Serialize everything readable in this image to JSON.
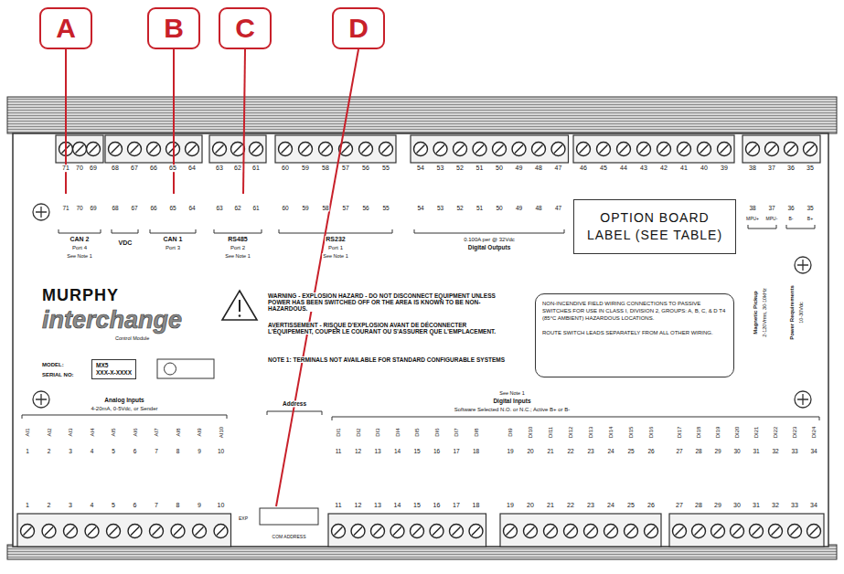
{
  "diagram": {
    "nodes": [
      {
        "text": [
          "A"
        ]
      },
      {
        "text": [
          "B"
        ]
      },
      {
        "text": [
          "C"
        ]
      },
      {
        "text": [
          "D"
        ]
      },
      {
        "text": [
          "MX5",
          "XXX-X-XXXX"
        ]
      },
      {
        "text": [
          "OPTION BOARD LABEL (SEE TABLE)"
        ]
      },
      {
        "text": [
          "NON-INCENDIVE FIELD WIRING CONNECTIONS TO PASSIVE SWITCHES FOR USE IN CLASS I, DIVISION 2, GROUPS: A, B, C, & D T4 (85°C AMBIENT) HAZARDOUS LOCATIONS.",
          "ROUTE SWITCH LEADS SEPARATELY FROM ALL OTHER WIRING."
        ]
      }
    ],
    "labels": [
      "71",
      "70",
      "69",
      "68",
      "67",
      "66",
      "65",
      "64",
      "63",
      "62",
      "61",
      "60",
      "59",
      "58",
      "57",
      "56",
      "55",
      "54",
      "53",
      "52",
      "51",
      "50",
      "49",
      "48",
      "47",
      "46",
      "45",
      "44",
      "43",
      "42",
      "41",
      "40",
      "39",
      "38",
      "37",
      "36",
      "35",
      "71",
      "70",
      "69",
      "68",
      "67",
      "66",
      "65",
      "64",
      "63",
      "62",
      "61",
      "60",
      "59",
      "58",
      "57",
      "56",
      "55",
      "54",
      "53",
      "52",
      "51",
      "50",
      "49",
      "48",
      "47",
      "38",
      "37",
      "36",
      "35",
      "AI1",
      "AI2",
      "AI3",
      "AI4",
      "AI5",
      "AI6",
      "AI7",
      "AI8",
      "AI9",
      "AI10",
      "DI1",
      "DI2",
      "DI3",
      "DI4",
      "DI5",
      "DI6",
      "DI7",
      "DI8",
      "DI9",
      "DI10",
      "DI11",
      "DI12",
      "DI13",
      "DI14",
      "DI15",
      "DI16",
      "DI17",
      "DI18",
      "DI19",
      "DI20",
      "DI21",
      "DI22",
      "DI23",
      "DI24",
      "1",
      "2",
      "3",
      "4",
      "5",
      "6",
      "7",
      "8",
      "9",
      "10",
      "11",
      "12",
      "13",
      "14",
      "15",
      "16",
      "17",
      "18",
      "19",
      "20",
      "21",
      "22",
      "23",
      "24",
      "25",
      "26",
      "27",
      "28",
      "29",
      "30",
      "31",
      "32",
      "33",
      "34",
      "1",
      "2",
      "3",
      "4",
      "5",
      "6",
      "7",
      "8",
      "9",
      "10",
      "11",
      "12",
      "13",
      "14",
      "15",
      "16",
      "17",
      "18",
      "19",
      "20",
      "21",
      "22",
      "23",
      "24",
      "25",
      "26",
      "27",
      "28",
      "29",
      "30",
      "31",
      "32",
      "33",
      "34",
      "CAN 2",
      "Port 4",
      "See Note 1",
      "VDC",
      "CAN 1",
      "Port 3",
      "RS485",
      "Port 2",
      "See Note 1",
      "RS232",
      "Port 1",
      "See Note 1",
      "0.100A per @ 32Vdc",
      "Digital Outputs",
      "MPU+",
      "MPU-",
      "B-",
      "B+",
      "Magnetic Pickup",
      "2-120Vrms, 30-10kHz",
      "Power Requirements",
      "10-30Vdc",
      "MURPHY",
      "interchange",
      "Control Module",
      "WARNING - EXPLOSION HAZARD - DO NOT DISCONNECT EQUIPMENT UNLESS POWER HAS BEEN SWITCHED OFF OR THE AREA IS KNOWN TO BE NON-HAZARDOUS.",
      "AVERTISSEMENT - RISQUE D'EXPLOSION AVANT DE DÉCONNECTER L'ÉQUIPEMENT, COUPER LE COURANT OU S'ASSURER QUE L'EMPLACEMENT.",
      "NOTE 1: TERMINALS NOT AVAILABLE FOR STANDARD CONFIGURABLE SYSTEMS",
      "MODEL:",
      "SERIAL NO:",
      "Analog Inputs",
      "4-20mA, 0-5Vdc, or Sender",
      "Address",
      "See Note 1",
      "Digital Inputs",
      "Software Selected N.O. or N.C.; Active B+ or B-",
      "EXP",
      "COM ADDRESS"
    ]
  }
}
